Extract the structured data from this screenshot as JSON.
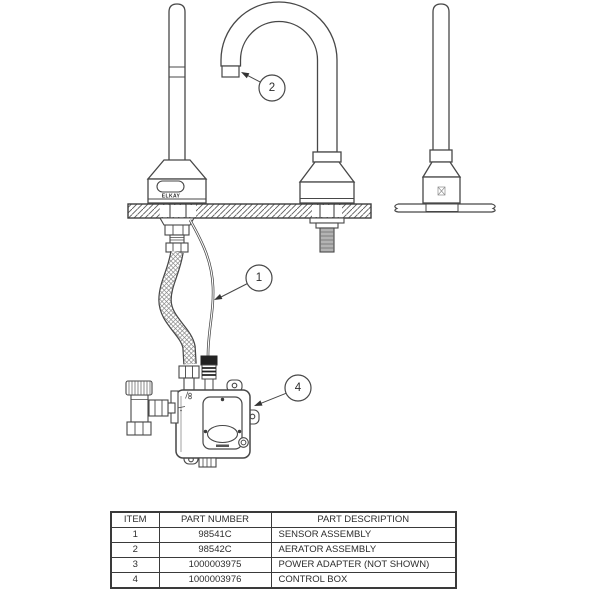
{
  "diagram": {
    "brand": "ELKAY",
    "ink_color": "#474747",
    "metal_color": "#b3b3b3",
    "callouts": [
      {
        "label": "1"
      },
      {
        "label": "2"
      },
      {
        "label": "4"
      }
    ]
  },
  "parts_table": {
    "headers": [
      "ITEM",
      "PART NUMBER",
      "PART DESCRIPTION"
    ],
    "rows": [
      {
        "item": "1",
        "part_number": "98541C",
        "description": "SENSOR ASSEMBLY"
      },
      {
        "item": "2",
        "part_number": "98542C",
        "description": "AERATOR ASSEMBLY"
      },
      {
        "item": "3",
        "part_number": "1000003975",
        "description": "POWER ADAPTER (NOT SHOWN)"
      },
      {
        "item": "4",
        "part_number": "1000003976",
        "description": "CONTROL BOX"
      }
    ]
  }
}
